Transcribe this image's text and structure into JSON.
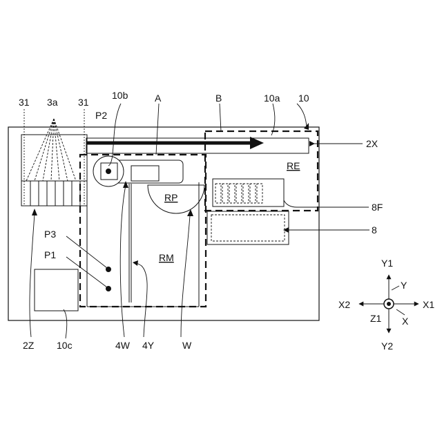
{
  "labels": {
    "l31a": "31",
    "l3a": "3a",
    "l31b": "31",
    "l10b": "10b",
    "lA": "A",
    "lB": "B",
    "l10a": "10a",
    "l10": "10",
    "lP2": "P2",
    "l2X": "2X",
    "lRE": "RE",
    "lRP": "RP",
    "l8F": "8F",
    "l8": "8",
    "lP3": "P3",
    "lP1": "P1",
    "lRM": "RM",
    "l2Z": "2Z",
    "l10c": "10c",
    "l4W": "4W",
    "l4Y": "4Y",
    "lW": "W"
  },
  "axes": {
    "y1": "Y1",
    "y": "Y",
    "x2": "X2",
    "x1": "X1",
    "z1": "Z1",
    "x": "X",
    "y2": "Y2"
  },
  "colors": {
    "ink": "#111111",
    "paper": "#ffffff"
  }
}
